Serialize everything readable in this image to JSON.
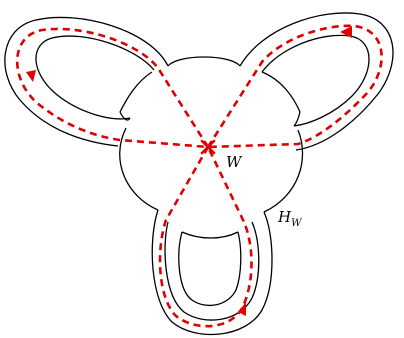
{
  "labels": {
    "vertex": "W",
    "handlebody_main": "H",
    "handlebody_sub": "W"
  },
  "colors": {
    "curve": "#000000",
    "path": "#e00000",
    "background": "#ffffff"
  }
}
